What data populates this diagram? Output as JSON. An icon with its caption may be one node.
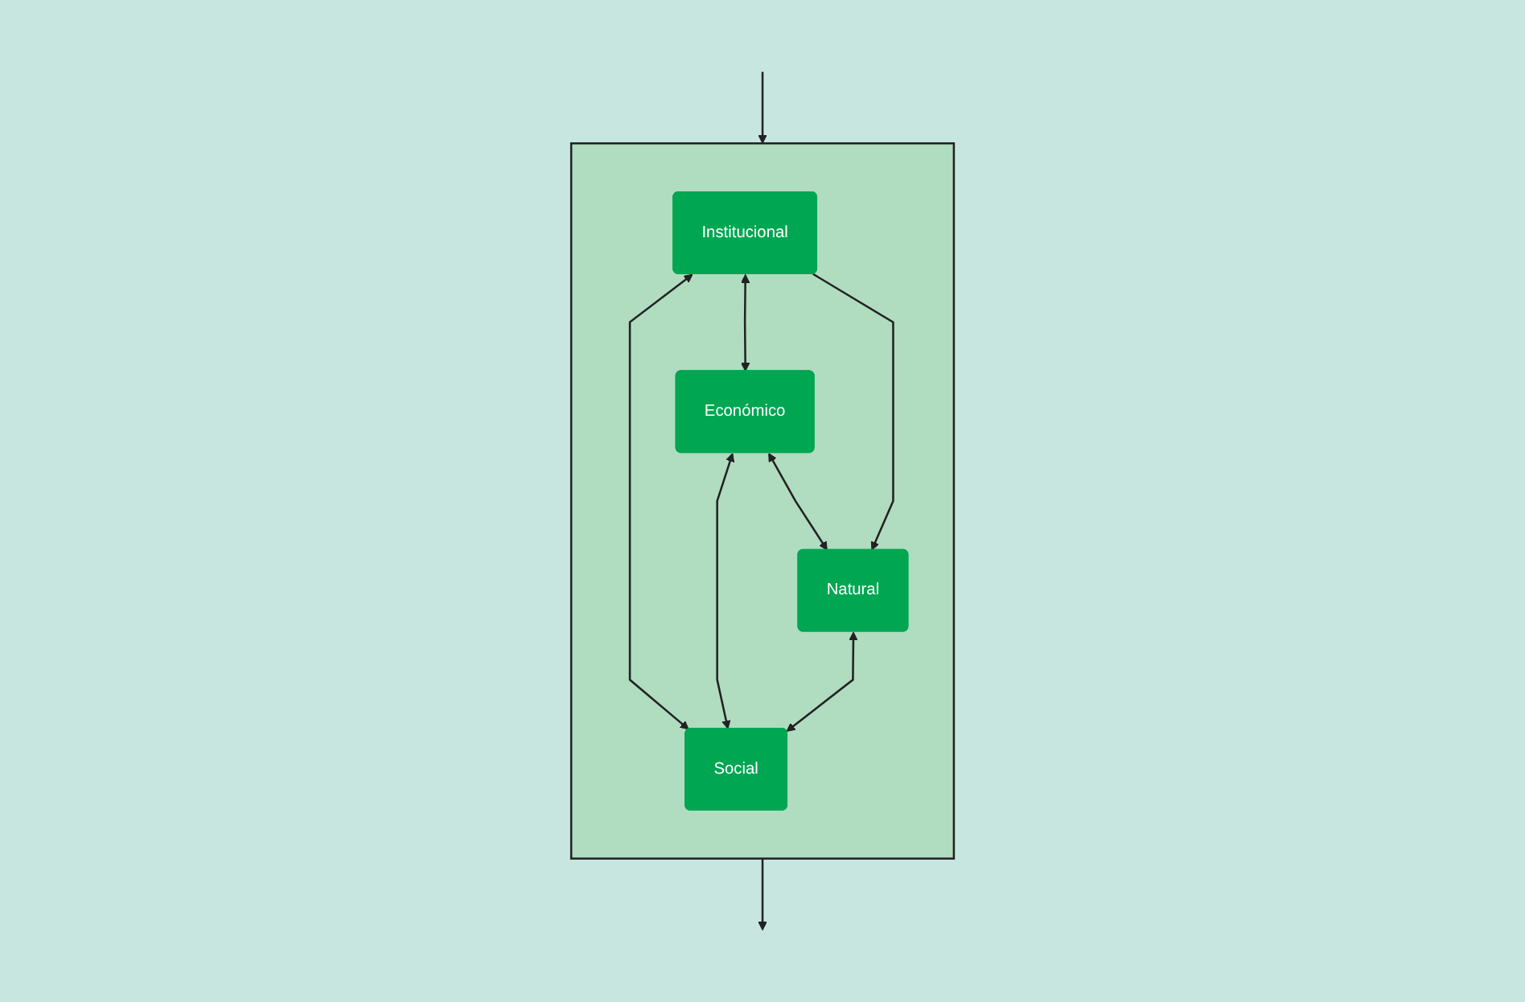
{
  "diagram": {
    "nodes": [
      {
        "text": [],
        "shape": "box"
      },
      {
        "text": [
          "Institucional"
        ],
        "in": 0
      },
      {
        "text": [
          "Económico"
        ],
        "in": 0
      },
      {
        "text": [
          "Social"
        ],
        "in": 0
      },
      {
        "text": [
          "Natural"
        ],
        "in": 0
      }
    ],
    "edges": [
      {
        "from": 0,
        "to": null,
        "arrow": "to"
      },
      {
        "from": null,
        "to": 0,
        "arrow": "to"
      },
      {
        "from": 1,
        "to": 2,
        "arrow": "both"
      },
      {
        "from": 1,
        "to": 3,
        "arrow": "both"
      },
      {
        "from": 2,
        "to": 3,
        "arrow": "both"
      },
      {
        "from": 2,
        "to": 4,
        "arrow": "both"
      },
      {
        "from": 4,
        "to": 3,
        "arrow": "both"
      },
      {
        "from": 1,
        "to": 4,
        "arrow": "to"
      }
    ]
  }
}
